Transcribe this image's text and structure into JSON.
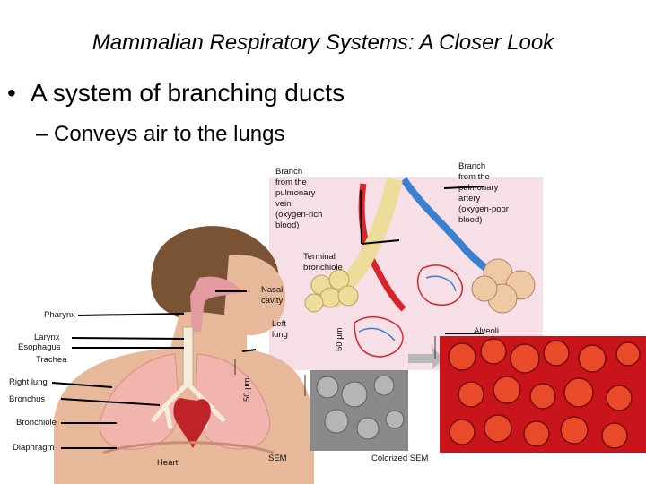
{
  "title": "Mammalian Respiratory Systems: A Closer Look",
  "bullet": "A system of branching ducts",
  "subbullet": "– Conveys air to the lungs",
  "labels": {
    "vein": "Branch\nfrom the\npulmonary\nvein\n(oxygen-rich\nblood)",
    "artery": "Branch\nfrom the\npulmonary\nartery\n(oxygen-poor\nblood)",
    "terminal_bronchiole": "Terminal\nbronchiole",
    "nasal_cavity": "Nasal\ncavity",
    "pharynx": "Pharynx",
    "left_lung": "Left\nlung",
    "alveoli": "Alveoli",
    "larynx": "Larynx",
    "esophagus": "Esophagus",
    "trachea": "Trachea",
    "right_lung": "Right lung",
    "bronchus": "Bronchus",
    "bronchiole": "Bronchiole",
    "diaphragm": "Diaphragm",
    "heart": "Heart",
    "sem": "SEM",
    "colorized_sem": "Colorized SEM",
    "scale_50um_a": "50 µm",
    "scale_50um_b": "50 µm"
  },
  "colors": {
    "pink_panel": "#f6dfe6",
    "skin": "#e8b89a",
    "hair": "#7a5234",
    "lung": "#f2b5ae",
    "vessel_blue": "#3a7fd0",
    "vessel_red": "#d8242a",
    "alveoli_fill": "#eedc9a",
    "sem_gray": "#8a8a8a",
    "colorized_red": "#c8141a"
  }
}
